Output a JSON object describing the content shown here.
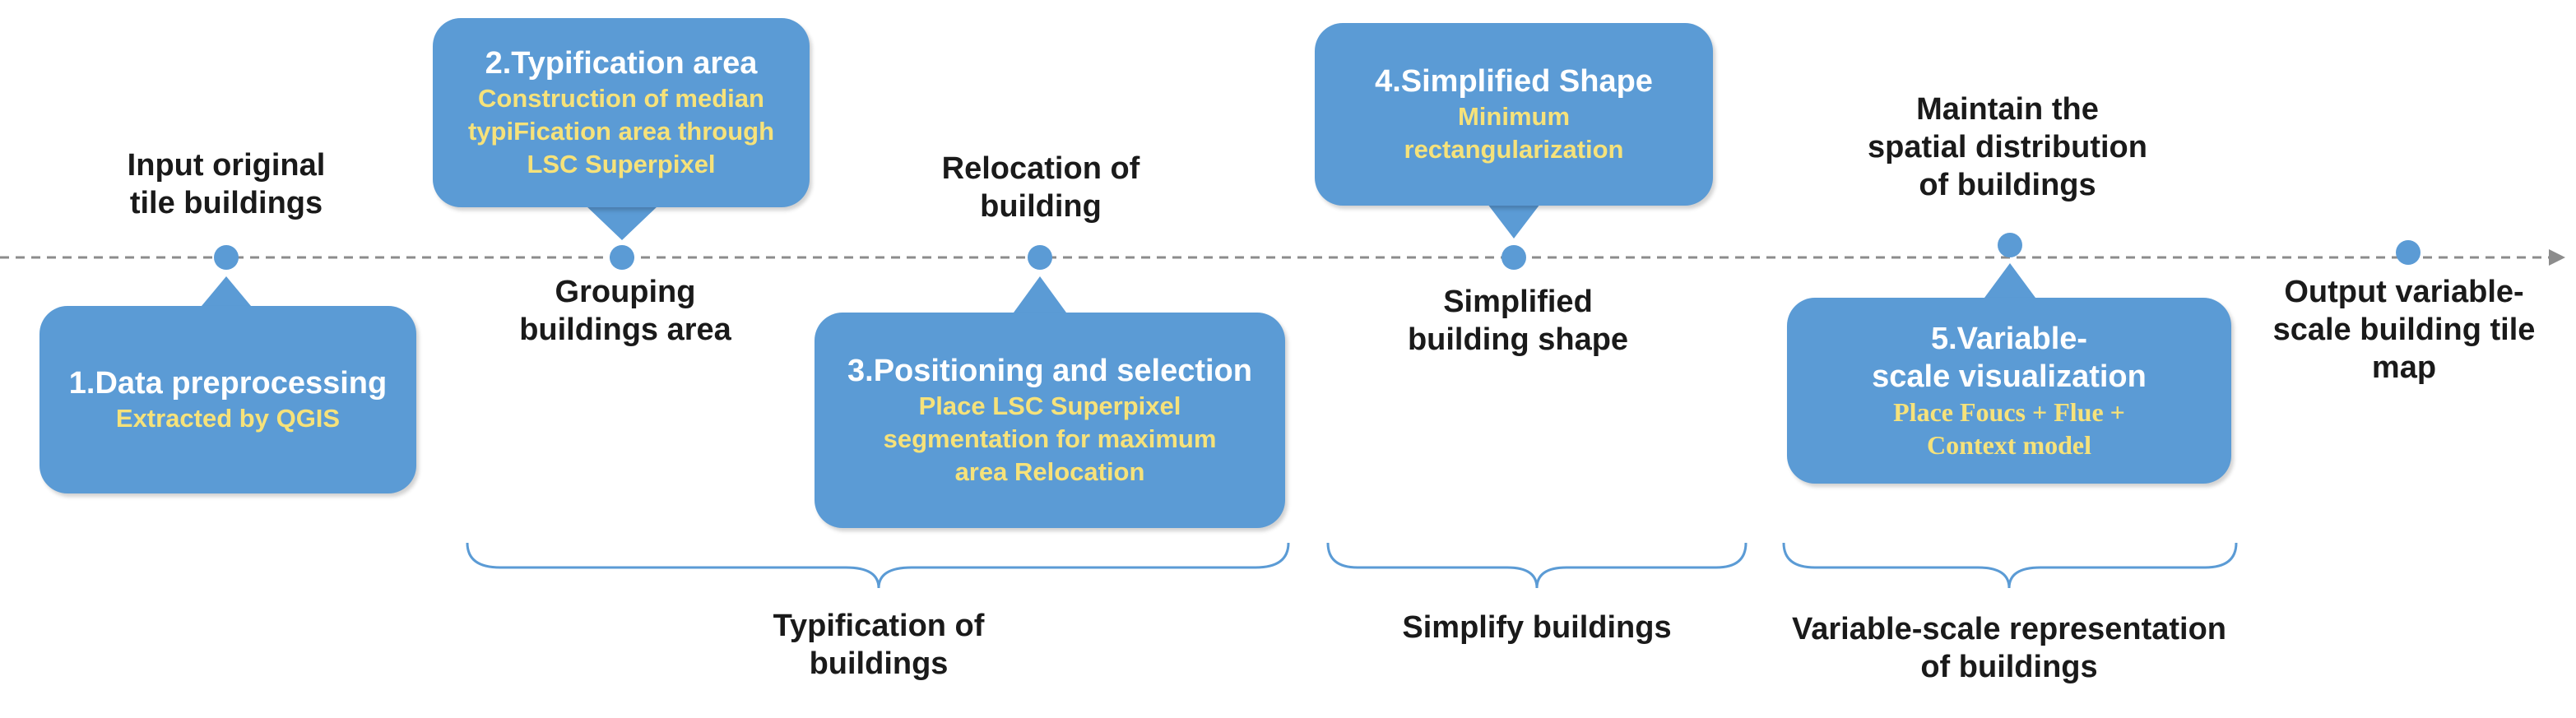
{
  "steps": [
    {
      "title": "1.Data preprocessing",
      "subtitle": [
        "Extracted by QGIS"
      ]
    },
    {
      "title": "2.Typification area",
      "subtitle": [
        "Construction of median",
        "typiFication area through",
        "LSC Superpixel"
      ]
    },
    {
      "title": "3.Positioning and selection",
      "subtitle": [
        "Place  LSC Superpixel",
        "segmentation for maximum",
        "area Relocation"
      ]
    },
    {
      "title": "4.Simplified Shape",
      "subtitle": [
        "Minimum",
        "rectangularization"
      ]
    },
    {
      "title": [
        "5.Variable-",
        "scale visualization"
      ],
      "subtitle": [
        "Place Foucs + Flue +",
        "Context model"
      ]
    }
  ],
  "timeline_labels": {
    "input": [
      "Input original",
      "tile buildings"
    ],
    "grouping": [
      "Grouping",
      "buildings area"
    ],
    "relocation": [
      "Relocation of",
      "building"
    ],
    "simplified": [
      "Simplified",
      "building shape"
    ],
    "maintain": [
      "Maintain the",
      "spatial distribution",
      "of buildings"
    ],
    "output": [
      "Output variable-",
      "scale building tile",
      "map"
    ]
  },
  "groups": [
    [
      "Typification of",
      "buildings"
    ],
    [
      "Simplify buildings"
    ],
    [
      "Variable-scale representation",
      "of buildings"
    ]
  ],
  "colors": {
    "box": "#5b9bd5",
    "subtitle": "#f6e27a",
    "axis": "#8c8c8c",
    "brace": "#5b9bd5"
  }
}
